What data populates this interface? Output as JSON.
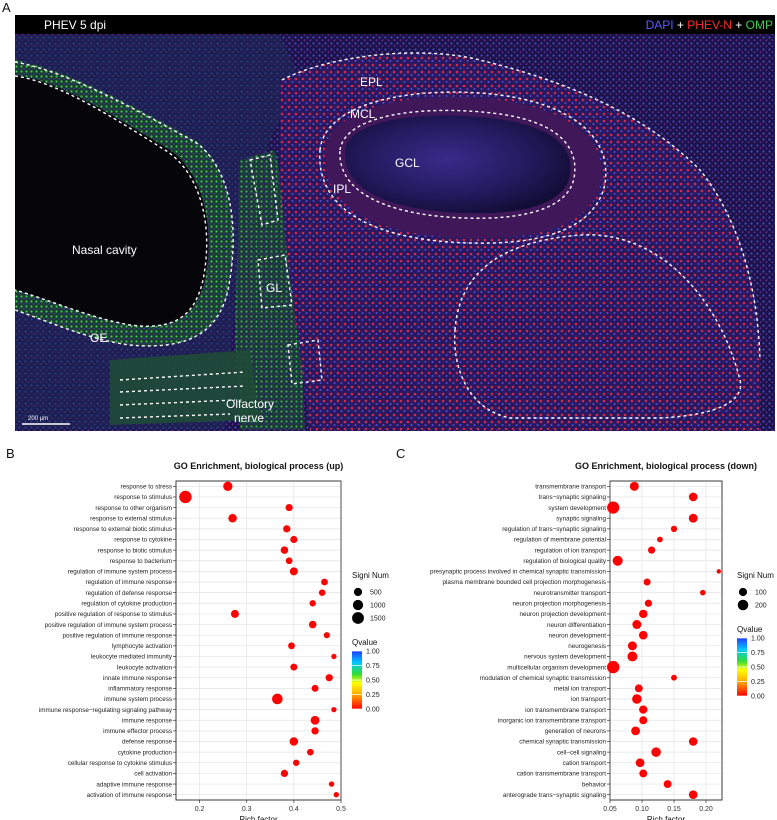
{
  "figure": {
    "panel_letters": {
      "a": "A",
      "b": "B",
      "c": "C"
    },
    "micrograph": {
      "header_left": "PHEV  5 dpi",
      "header_right": {
        "dapi": "DAPI",
        "plus1": " + ",
        "phev": "PHEV-N",
        "plus2": " + ",
        "omp": "OMP"
      },
      "colors": {
        "dapi": "#5a5cff",
        "phev": "#ff2a2a",
        "omp": "#35d04a"
      },
      "labels": {
        "epl": "EPL",
        "mcl": "MCL",
        "gcl": "GCL",
        "ipl": "IPL",
        "nasal_cavity": "Nasal cavity",
        "gl": "GL",
        "oe": "OE",
        "olfactory": "Olfactory",
        "nerve": "nerve",
        "scale": "200 µm"
      }
    }
  },
  "chart_data": [
    {
      "type": "scatter",
      "title": "GO Enrichment, biological process (up)",
      "xlabel": "Rich factor",
      "ylabel": "",
      "xlim": [
        0.15,
        0.5
      ],
      "xticks": [
        0.2,
        0.3,
        0.4,
        0.5
      ],
      "grid": true,
      "categories": [
        "response to stress",
        "response to stimulus",
        "response to other organism",
        "response to external stimulus",
        "response to external biotic stimulus",
        "response to cytokine",
        "response to biotic stimulus",
        "response to bacterium",
        "regulation of immune system process",
        "regulation of immune response",
        "regulation of defense response",
        "regulation of cytokine production",
        "positive regulation of response to stimulus",
        "positive regulation of immune system process",
        "positive regulation of immune response",
        "lymphocyte activation",
        "leukocyte mediated immunity",
        "leukocyte activation",
        "innate immune response",
        "inflammatory response",
        "immune system process",
        "immune response−regulating signaling pathway",
        "immune response",
        "immune effector process",
        "defense response",
        "cytokine production",
        "cellular response to cytokine stimulus",
        "cell activation",
        "adaptive immune response",
        "activation of immune response"
      ],
      "x": [
        0.26,
        0.17,
        0.39,
        0.27,
        0.385,
        0.4,
        0.38,
        0.39,
        0.4,
        0.465,
        0.46,
        0.44,
        0.275,
        0.44,
        0.47,
        0.395,
        0.485,
        0.4,
        0.475,
        0.445,
        0.365,
        0.485,
        0.445,
        0.445,
        0.4,
        0.435,
        0.405,
        0.38,
        0.48,
        0.49
      ],
      "size": [
        750,
        1700,
        320,
        560,
        330,
        320,
        380,
        250,
        460,
        260,
        220,
        210,
        460,
        380,
        180,
        260,
        90,
        290,
        330,
        280,
        1100,
        90,
        640,
        340,
        560,
        240,
        210,
        330,
        100,
        90
      ],
      "qvalue": [
        0,
        0,
        0,
        0,
        0,
        0,
        0,
        0,
        0,
        0,
        0,
        0,
        0,
        0,
        0,
        0,
        0,
        0,
        0,
        0,
        0,
        0,
        0,
        0,
        0,
        0,
        0,
        0,
        0,
        0
      ],
      "legend": {
        "size_title": "Signi Num",
        "size_values": [
          500,
          1000,
          1500
        ],
        "color_title": "Qvalue",
        "color_ticks": [
          "1.00",
          "0.75",
          "0.50",
          "0.25",
          "0.00"
        ],
        "color_range": [
          0,
          1
        ]
      }
    },
    {
      "type": "scatter",
      "title": "GO Enrichment, biological process (down)",
      "xlabel": "Rich factor",
      "ylabel": "",
      "xlim": [
        0.05,
        0.225
      ],
      "xticks": [
        0.05,
        0.1,
        0.15,
        0.2
      ],
      "grid": true,
      "categories": [
        "transmembrane transport",
        "trans−synaptic signaling",
        "system development",
        "synaptic signaling",
        "regulation of trans−synaptic signaling",
        "regulation of membrane potential",
        "regulation of ion transport",
        "regulation of biological quality",
        "presynaptic process involved in chemical synaptic transmission",
        "plasma membrane bounded cell projection morphogenesis",
        "neurotransmitter transport",
        "neuron projection morphogenesis",
        "neuron projection development",
        "neuron differentiation",
        "neuron development",
        "neurogenesis",
        "nervous system development",
        "multicellular organism development",
        "modulation of chemical synaptic transmission",
        "metal ion transport",
        "ion transport",
        "ion transmembrane transport",
        "inorganic ion transmembrane transport",
        "generation of neurons",
        "chemical synaptic transmission",
        "cell−cell signaling",
        "cation transport",
        "cation transmembrane transport",
        "behavior",
        "anterograde trans−synaptic signaling"
      ],
      "x": [
        0.088,
        0.18,
        0.055,
        0.18,
        0.15,
        0.128,
        0.115,
        0.062,
        0.22,
        0.108,
        0.195,
        0.11,
        0.102,
        0.092,
        0.102,
        0.085,
        0.085,
        0.055,
        0.15,
        0.095,
        0.092,
        0.102,
        0.102,
        0.09,
        0.18,
        0.122,
        0.097,
        0.102,
        0.14,
        0.18
      ],
      "size": [
        130,
        115,
        290,
        125,
        45,
        35,
        70,
        175,
        12,
        65,
        30,
        70,
        110,
        130,
        115,
        130,
        170,
        300,
        35,
        90,
        155,
        105,
        95,
        125,
        115,
        150,
        120,
        90,
        90,
        115
      ],
      "qvalue": [
        0,
        0,
        0,
        0,
        0,
        0,
        0,
        0,
        0,
        0,
        0,
        0,
        0,
        0,
        0,
        0,
        0,
        0,
        0,
        0,
        0,
        0,
        0,
        0,
        0,
        0,
        0,
        0,
        0,
        0
      ],
      "legend": {
        "size_title": "Signi Num",
        "size_values": [
          100,
          200
        ],
        "color_title": "Qvalue",
        "color_ticks": [
          "1.00",
          "0.75",
          "0.50",
          "0.25",
          "0.00"
        ],
        "color_range": [
          0,
          1
        ]
      }
    }
  ]
}
